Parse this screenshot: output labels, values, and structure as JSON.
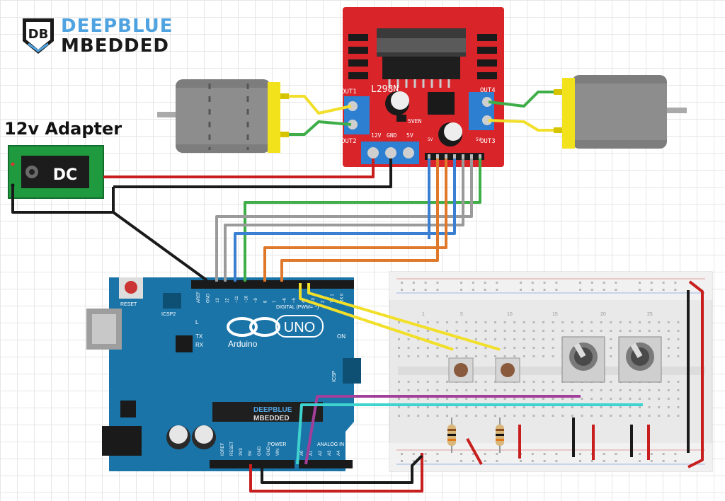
{
  "brand": {
    "line1": "DEEPBLUE",
    "line2": "MBEDDED",
    "logo_text": "DB"
  },
  "adapter": {
    "title": "12v Adapter",
    "label": "DC"
  },
  "driver": {
    "name": "L298N",
    "out1": "OUT1",
    "out2": "OUT2",
    "out3": "OUT3",
    "out4": "OUT4",
    "power_12v": "12V",
    "power_gnd": "GND",
    "power_5v": "5V",
    "jumper": "5VEN",
    "pin_5v_left": "5V",
    "pin_5v_right": "5V"
  },
  "arduino": {
    "model": "UNO",
    "brand": "Arduino",
    "reset": "RESET",
    "icsp2": "ICSP2",
    "icsp": "ICSP",
    "led_l": "L",
    "led_tx": "TX",
    "led_rx": "RX",
    "led_on": "ON",
    "digital_label": "DIGITAL (PWM= ~)",
    "power_label": "POWER",
    "analog_label": "ANALOG IN",
    "chip_line1": "DEEPBLUE",
    "chip_line2": "MBEDDED",
    "digital_pins": [
      "AREF",
      "GND",
      "13",
      "12",
      "~11",
      "~10",
      "~9",
      "8",
      "7",
      "~6",
      "~5",
      "4",
      "~3",
      "2",
      "TX 1",
      "RX 0"
    ],
    "power_pins": [
      "IOREF",
      "RESET",
      "3V3",
      "5V",
      "GND",
      "GND",
      "VIN"
    ],
    "analog_pins": [
      "A0",
      "A1",
      "A2",
      "A3",
      "A4",
      "A5"
    ]
  },
  "breadboard": {
    "col_numbers": [
      "1",
      "5",
      "10",
      "15",
      "20",
      "25"
    ]
  },
  "colors": {
    "driver": "#d9242a",
    "arduino": "#1a74a8",
    "wire_red": "#c81e1e",
    "wire_green": "#3fae49",
    "wire_yellow": "#f2df2a",
    "wire_orange": "#e0782b",
    "wire_gray": "#9a9a9a",
    "wire_blue": "#3a7fd1",
    "wire_purple": "#a13f9a",
    "wire_cyan": "#3fd3cf",
    "motor_yellow": "#f2e21c"
  }
}
